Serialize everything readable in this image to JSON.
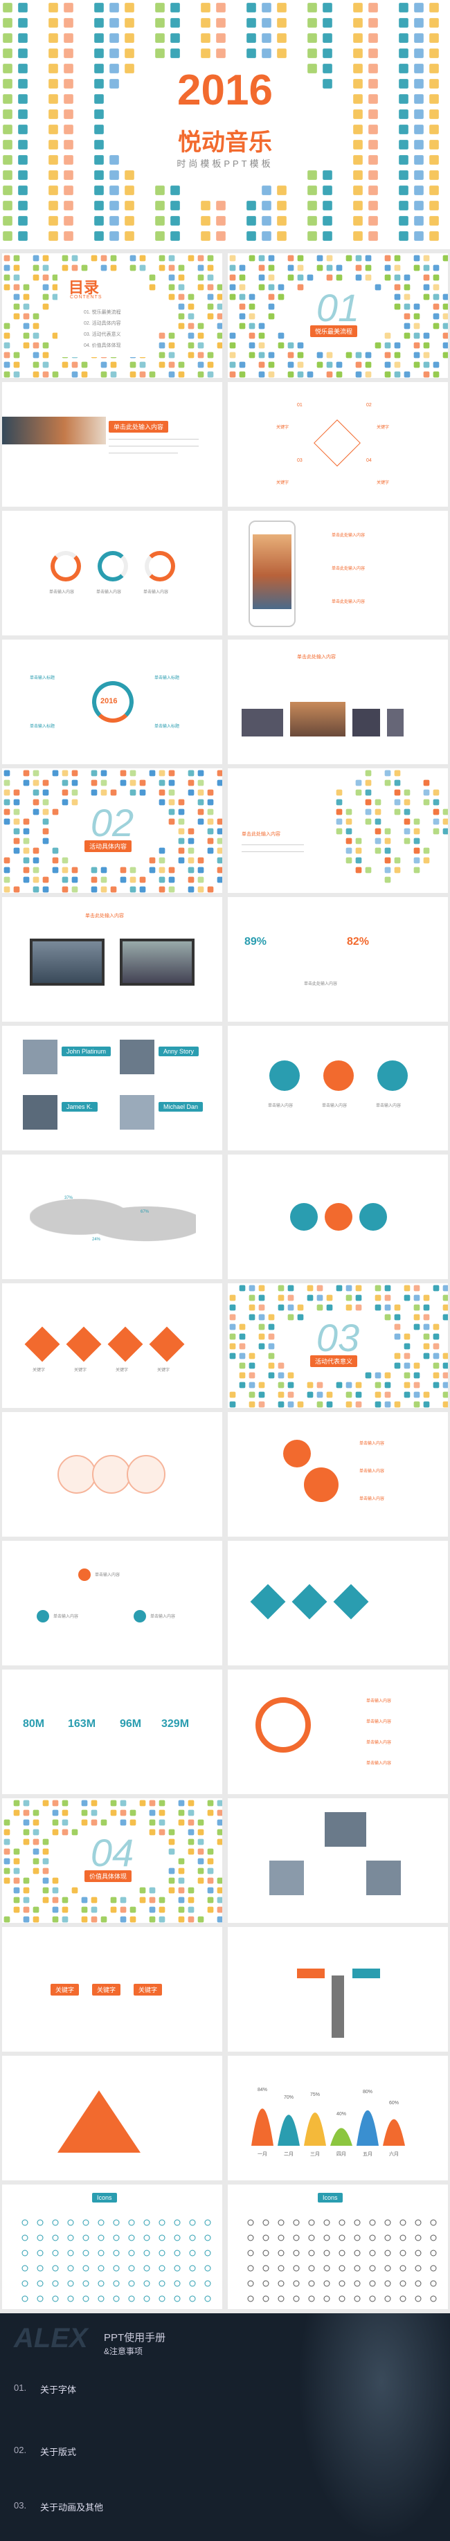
{
  "colors": {
    "orange": "#f26a2e",
    "teal": "#2a9db0",
    "yellow": "#f4b93a",
    "green": "#8cc63f",
    "blue": "#3a8fd0",
    "dark": "#1c2a3a"
  },
  "cover": {
    "year": "2016",
    "title": "悦动音乐",
    "subtitle": "时尚模板PPT模板"
  },
  "toc": {
    "title": "目录",
    "subtitle": "CONTENTS",
    "items": [
      "01. 悦乐最美流程",
      "02. 活动具体内容",
      "03. 活动代表意义",
      "04. 价值具体体现"
    ]
  },
  "section1": {
    "number": "01",
    "label": "悦乐最美流程"
  },
  "section2": {
    "number": "02",
    "label": "活动具体内容"
  },
  "section3": {
    "number": "03",
    "label": "活动代表意义"
  },
  "section4": {
    "number": "04",
    "label": "价值具体体现"
  },
  "common": {
    "click_input": "单击此处输入内容",
    "single_input": "单击输入内容",
    "input_title": "单击输入标题",
    "key_title": "关键字",
    "input_here": "单击输入内容",
    "input_text": "此处输入"
  },
  "slide3": {
    "codes": [
      "01",
      "02",
      "03",
      "04"
    ]
  },
  "slide9": {
    "p1": "89%",
    "p2": "82%"
  },
  "slide11": {
    "names": [
      "John Platinum",
      "Anny Story",
      "James K.",
      "Michael Dan"
    ]
  },
  "slide13": {
    "p1": "37%",
    "p2": "67%",
    "p3": "24%"
  },
  "slide19": {
    "stats": [
      "80M",
      "163M",
      "96M",
      "329M"
    ]
  },
  "slide24": {
    "bars": [
      "84%",
      "70%",
      "75%",
      "40%",
      "80%",
      "60%"
    ],
    "labels": [
      "一月",
      "二月",
      "三月",
      "四月",
      "五月",
      "六月"
    ]
  },
  "manual": {
    "brand": "ALEX",
    "title": "PPT使用手册",
    "subtitle": "&注意事项",
    "s1_num": "01.",
    "s1": "关于字体",
    "s2_num": "02.",
    "s2": "关于版式",
    "s3_num": "03.",
    "s3": "关于动画及其他"
  },
  "icons_title": "Icons"
}
